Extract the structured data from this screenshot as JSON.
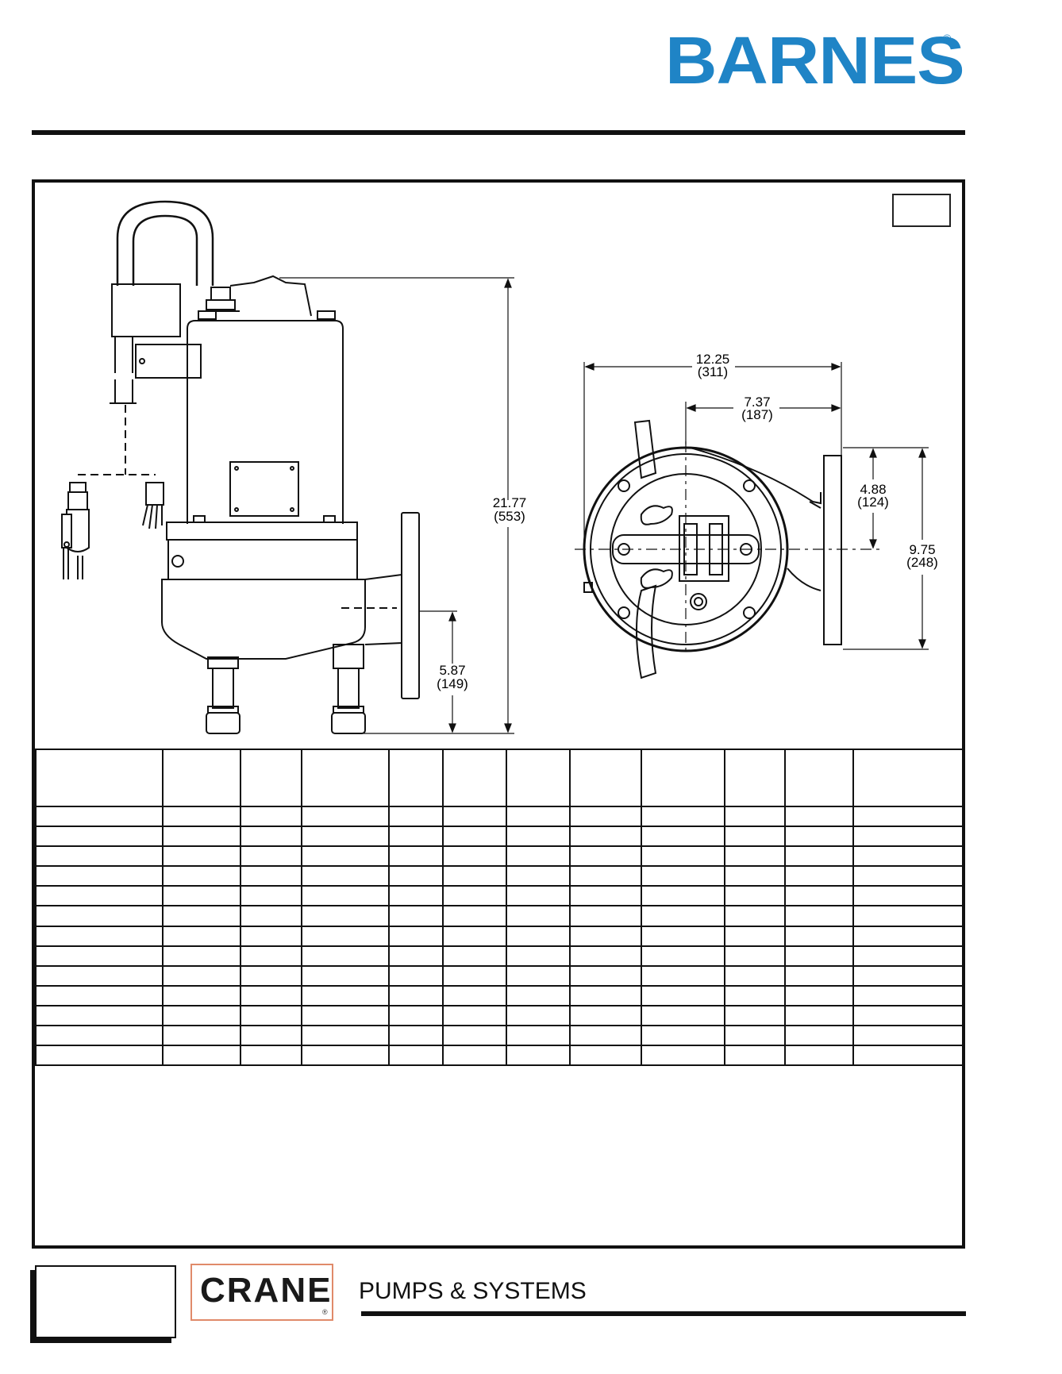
{
  "header": {
    "brand": "BARNES",
    "brand_mark": "®"
  },
  "side_view": {
    "overall_height": "21.77",
    "overall_height_mm": "(553)",
    "discharge_height": "5.87",
    "discharge_height_mm": "(149)"
  },
  "top_view": {
    "overall_width": "12.25",
    "overall_width_mm": "(311)",
    "center_to_flange": "7.37",
    "center_to_flange_mm": "(187)",
    "flange_offset": "4.88",
    "flange_offset_mm": "(124)",
    "flange_height": "9.75",
    "flange_height_mm": "(248)"
  },
  "spec_table": {
    "columns": 12,
    "rows": 14
  },
  "footer": {
    "crane_logo": "CRANE",
    "crane_mark": "®",
    "division": "PUMPS & SYSTEMS"
  },
  "colors": {
    "brand_blue": "#1f84c6",
    "crane_border": "#e08a6a",
    "ink": "#111111"
  }
}
